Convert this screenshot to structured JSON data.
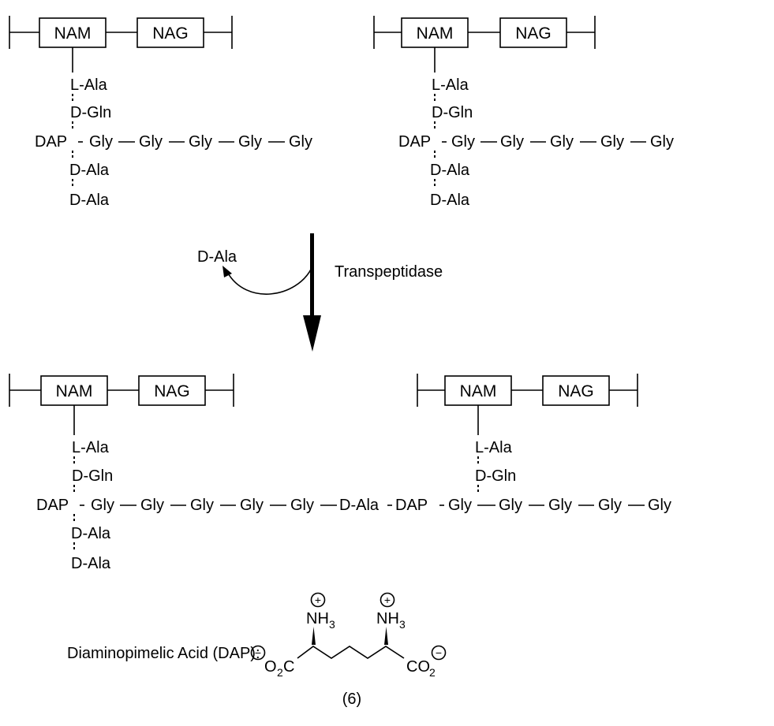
{
  "units": {
    "nam": "NAM",
    "nag": "NAG",
    "l_ala": "L-Ala",
    "d_gln": "D-Gln",
    "dap": "DAP",
    "gly": "Gly",
    "d_ala": "D-Ala"
  },
  "reaction": {
    "enzyme": "Transpeptidase",
    "released": "D-Ala"
  },
  "dap_structure": {
    "caption": "Diaminopimelic Acid (DAP):",
    "compound_number": "(6)",
    "amine_main": "NH",
    "amine_sub": "3",
    "carboxylate_left_o": "O",
    "carboxylate_left_sub": "2",
    "carboxylate_left_c": "C",
    "carboxylate_right_co": "CO",
    "carboxylate_right_sub": "2",
    "plus": "+",
    "minus": "−"
  }
}
